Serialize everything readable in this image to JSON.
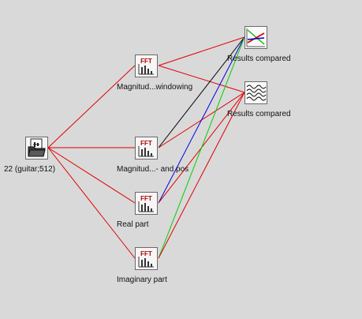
{
  "colors": {
    "background": "#d9d9d9",
    "link_red": "#e00000",
    "link_black": "#000000",
    "link_blue": "#0000e0",
    "link_green": "#00d000",
    "fft_text": "#b00000"
  },
  "nodes": {
    "source": {
      "label": "22 (guitar;512)",
      "icon": "folder-document-icon"
    },
    "fft1": {
      "label": "Magnitud...windowing",
      "icon": "fft-icon",
      "icon_text": "FFT"
    },
    "fft2": {
      "label": "Magnitud...- and pos",
      "icon": "fft-icon",
      "icon_text": "FFT"
    },
    "fft3": {
      "label": "Real part",
      "icon": "fft-icon",
      "icon_text": "FFT"
    },
    "fft4": {
      "label": "Imaginary part",
      "icon": "fft-icon",
      "icon_text": "FFT"
    },
    "result1": {
      "label": "Results compared",
      "icon": "line-chart-icon"
    },
    "result2": {
      "label": "Results compared",
      "icon": "waveform-icon"
    }
  }
}
